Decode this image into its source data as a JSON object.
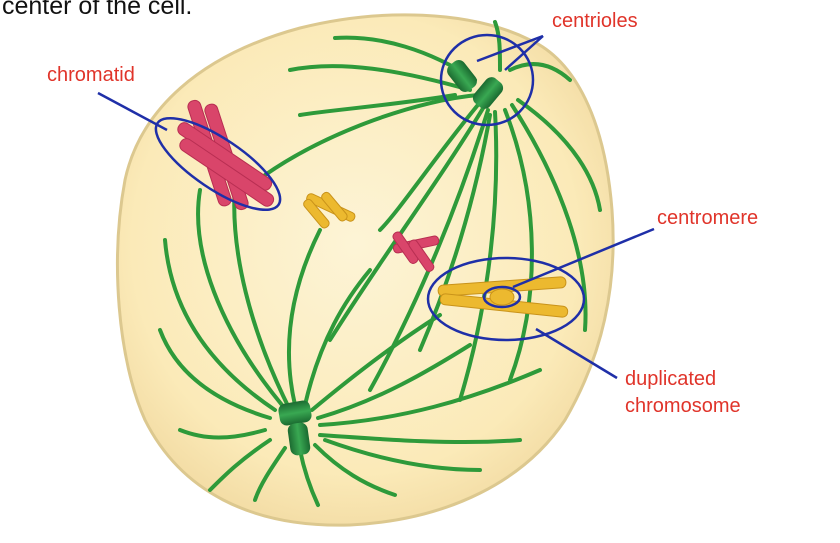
{
  "caption": "center of the cell.",
  "labels": {
    "chromatid": "chromatid",
    "centrioles": "centrioles",
    "centromere": "centromere",
    "duplicated_line1": "duplicated",
    "duplicated_line2": "chromosome"
  },
  "colors": {
    "label_text": "#e0342a",
    "pointer_line": "#1f2fa8",
    "cell_fill": "#fbeab8",
    "cell_edge": "#d9c48a",
    "spindle": "#2e9a3a",
    "centriole": "#1e7d38",
    "chromosome_red": "#d9456a",
    "chromosome_yellow": "#ecb92f"
  }
}
